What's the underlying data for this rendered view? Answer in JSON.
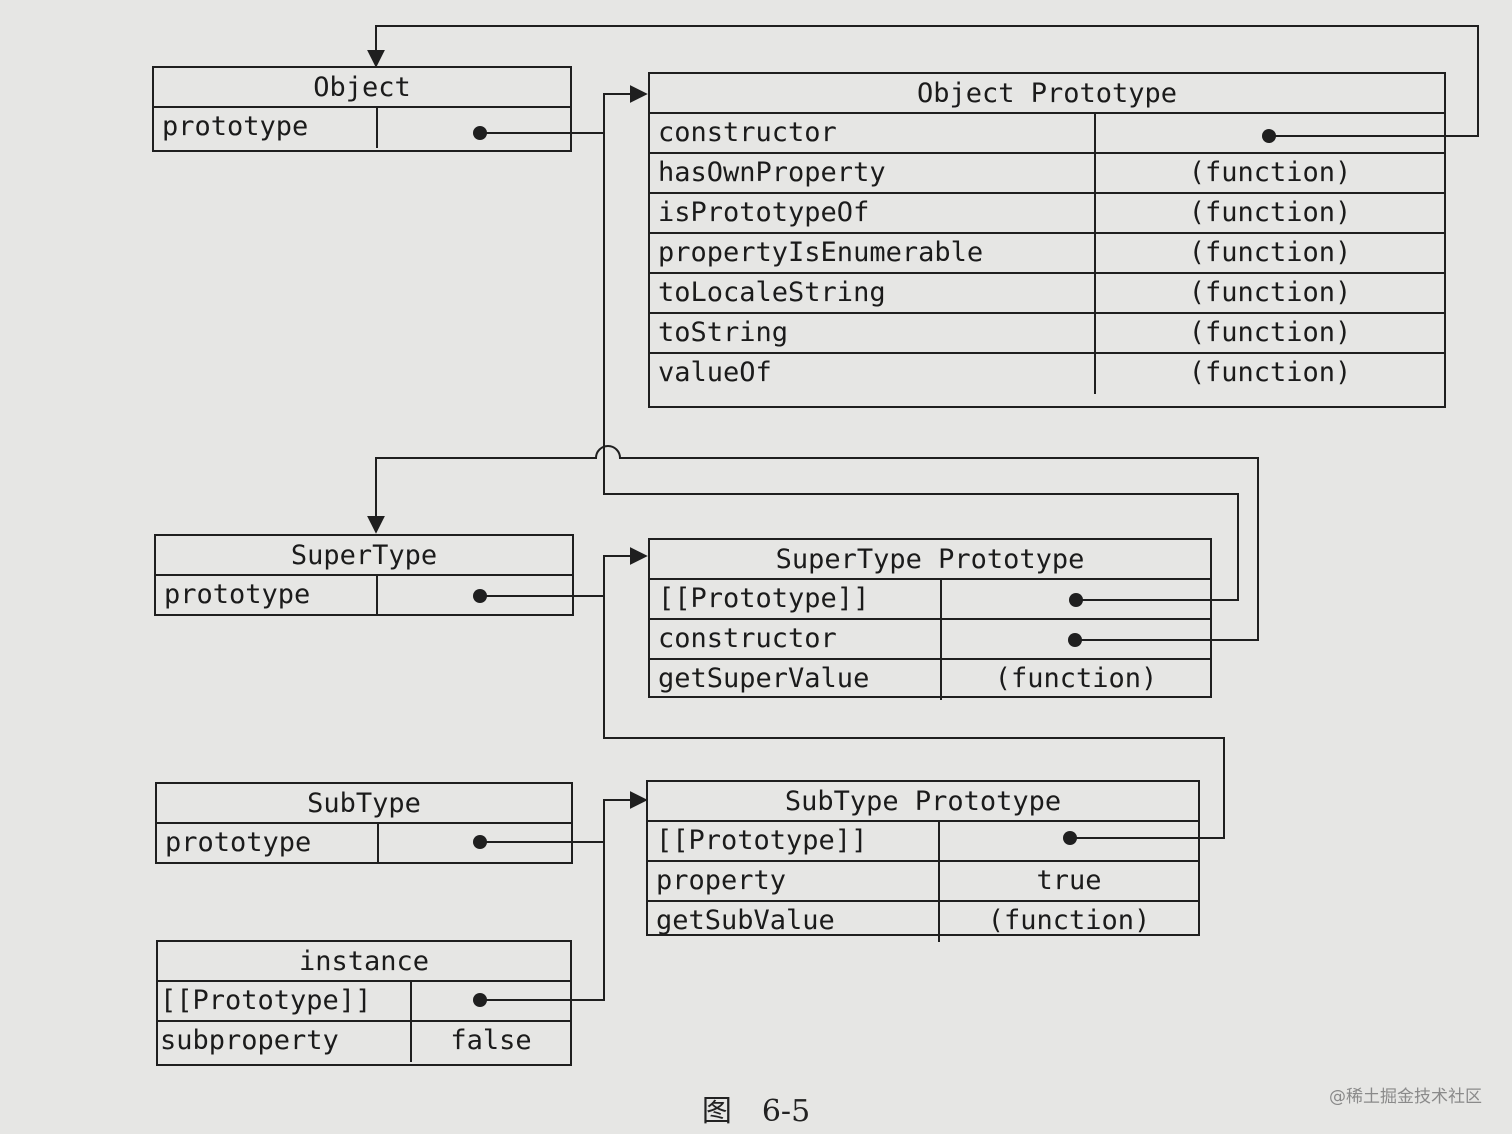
{
  "object": {
    "title": "Object",
    "rows": [
      {
        "key": "prototype",
        "value": ""
      }
    ]
  },
  "object_prototype": {
    "title": "Object Prototype",
    "rows": [
      {
        "key": "constructor",
        "value": ""
      },
      {
        "key": "hasOwnProperty",
        "value": "(function)"
      },
      {
        "key": "isPrototypeOf",
        "value": "(function)"
      },
      {
        "key": "propertyIsEnumerable",
        "value": "(function)"
      },
      {
        "key": "toLocaleString",
        "value": "(function)"
      },
      {
        "key": "toString",
        "value": "(function)"
      },
      {
        "key": "valueOf",
        "value": "(function)"
      }
    ]
  },
  "supertype": {
    "title": "SuperType",
    "rows": [
      {
        "key": "prototype",
        "value": ""
      }
    ]
  },
  "supertype_prototype": {
    "title": "SuperType Prototype",
    "rows": [
      {
        "key": "[[Prototype]]",
        "value": ""
      },
      {
        "key": "constructor",
        "value": ""
      },
      {
        "key": "getSuperValue",
        "value": "(function)"
      }
    ]
  },
  "subtype": {
    "title": "SubType",
    "rows": [
      {
        "key": "prototype",
        "value": ""
      }
    ]
  },
  "subtype_prototype": {
    "title": "SubType Prototype",
    "rows": [
      {
        "key": "[[Prototype]]",
        "value": ""
      },
      {
        "key": "property",
        "value": "true"
      },
      {
        "key": "getSubValue",
        "value": "(function)"
      }
    ]
  },
  "instance": {
    "title": "instance",
    "rows": [
      {
        "key": "[[Prototype]]",
        "value": ""
      },
      {
        "key": "subproperty",
        "value": "false"
      }
    ]
  },
  "caption": "图　6-5",
  "watermark": "@稀土掘金技术社区"
}
